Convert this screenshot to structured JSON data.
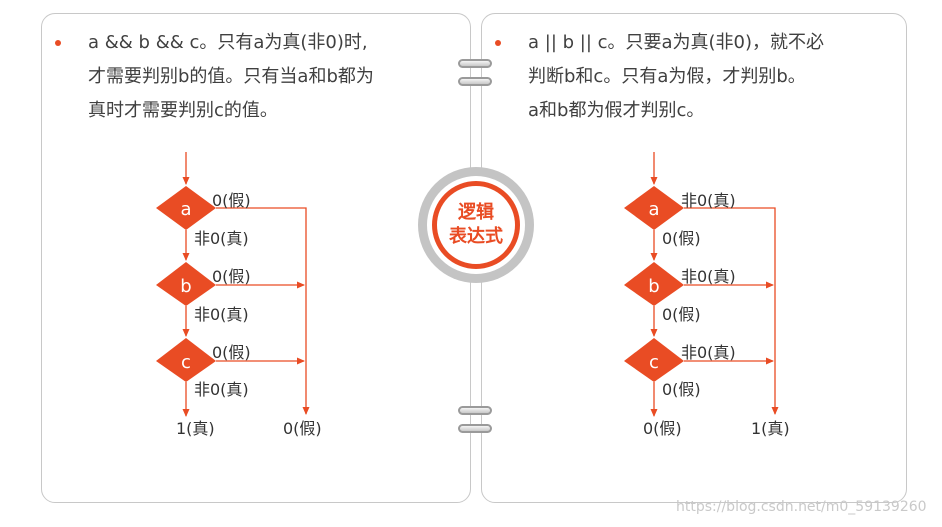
{
  "left_panel": {
    "lines": [
      "a && b && c。只有a为真(非0)时,",
      "才需要判别b的值。只有当a和b都为",
      "真时才需要判别c的值。"
    ],
    "flow": {
      "nodes": [
        "a",
        "b",
        "c"
      ],
      "side_label": "0(假)",
      "down_label": "非0(真)",
      "bottom_main": "1(真)",
      "bottom_side": "0(假)"
    }
  },
  "right_panel": {
    "lines": [
      "a || b || c。只要a为真(非0)，就不必",
      "判断b和c。只有a为假，才判别b。",
      "a和b都为假才判别c。"
    ],
    "flow": {
      "nodes": [
        "a",
        "b",
        "c"
      ],
      "side_label": "非0(真)",
      "down_label": "0(假)",
      "bottom_main": "0(假)",
      "bottom_side": "1(真)"
    }
  },
  "center_badge": {
    "line1": "逻辑",
    "line2": "表达式"
  },
  "watermark": "https://blog.csdn.net/m0_59139260",
  "colors": {
    "accent": "#e94c24",
    "text": "#404040",
    "border": "#c8c8c8"
  }
}
